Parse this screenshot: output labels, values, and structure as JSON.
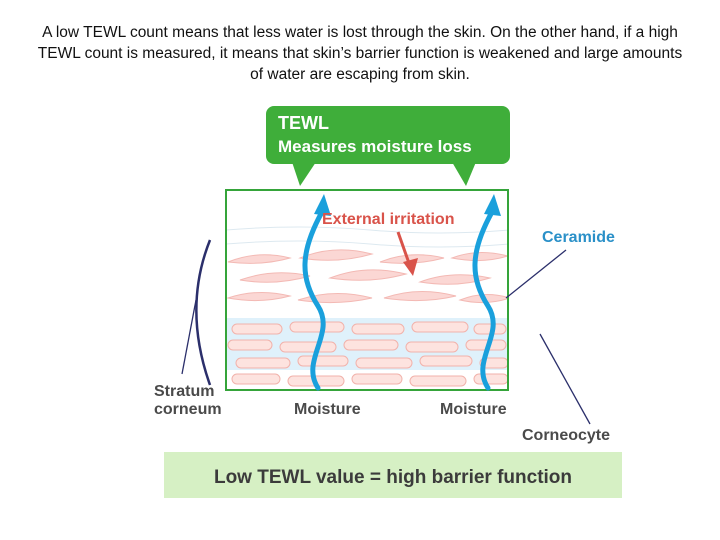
{
  "caption": "A low TEWL count means that less water is lost through the skin. On the other hand, if a high TEWL count is measured, it means that skin’s barrier function is weakened and large amounts of water are escaping from skin.",
  "callout": {
    "line1": "TEWL",
    "line2": "Measures moisture loss"
  },
  "labels": {
    "external_irritation": "External irritation",
    "ceramide": "Ceramide",
    "stratum_1": "Stratum",
    "stratum_2": "corneum",
    "moisture_left": "Moisture",
    "moisture_right": "Moisture",
    "corneocyte": "Corneocyte"
  },
  "banner": "Low TEWL value = high barrier function",
  "colors": {
    "callout_green": "#3fae3a",
    "panel_border": "#35a43a",
    "arrow_blue": "#1aa0dc",
    "irritation_red": "#d9534a",
    "ceramide_blue": "#2a90c8",
    "label_gray": "#4a4a4a",
    "banner_bg": "#d6f0c4",
    "leader_navy": "#2b2f6b"
  }
}
